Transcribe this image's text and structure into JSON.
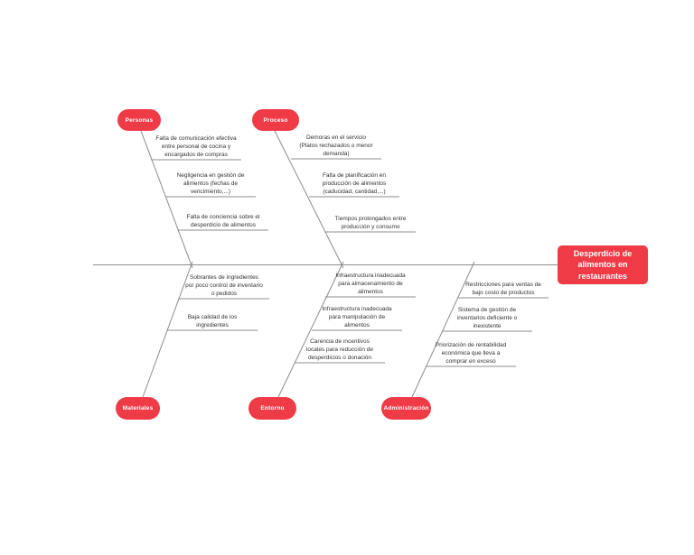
{
  "diagram": {
    "type": "fishbone",
    "colors": {
      "accent_red": "#ef3b46",
      "line_gray": "#8c8c8c",
      "text_dark": "#333333",
      "background": "#ffffff"
    },
    "head": {
      "title": "Desperdicio de\nalimentos en\nrestaurantes"
    },
    "categories": [
      {
        "label": "Personas",
        "position": "top",
        "causes": [
          {
            "text": "Falta de comunicación efectiva\nentre personal de cocina y\nencargados de compras"
          },
          {
            "text": "Negligencia en gestión de\nalimentos (fechas de\nvencimiento,...)"
          },
          {
            "text": "Falta de conciencia sobre el\ndesperdicio de alimentos"
          }
        ]
      },
      {
        "label": "Proceso",
        "position": "top",
        "causes": [
          {
            "text": "Demoras en el servicio\n(Platos rechazados o menor\ndemanda)"
          },
          {
            "text": "Falta de planificación en\nproducción de alimentos\n(caducidad, cantidad,...)"
          },
          {
            "text": "Tiempos prolongados entre\nproducción y consumo"
          }
        ]
      },
      {
        "label": "Materiales",
        "position": "bottom",
        "causes": [
          {
            "text": "Sobrantes de ingredientes\npor poco control de inventario\no pedidos"
          },
          {
            "text": "Baja calidad de los\ningredientes"
          }
        ]
      },
      {
        "label": "Entorno",
        "position": "bottom",
        "causes": [
          {
            "text": "Infraestructura inadecuada\npara almacenamiento de\nalimentos"
          },
          {
            "text": "Infraestructura inadecuada\npara manipulación de\nalimentos"
          },
          {
            "text": "Carencia de incentivos\nlocales para reducción de\ndesperdicios o donación"
          }
        ]
      },
      {
        "label": "Administración",
        "position": "bottom",
        "causes": [
          {
            "text": "Restricciones para ventas de\nbajo costo de productos"
          },
          {
            "text": "Sistema de gestión de\ninventarios deficiente o\ninexistente"
          },
          {
            "text": "Priorización de rentabilidad\neconómica que lleva a\ncomprar en exceso"
          }
        ]
      }
    ]
  }
}
